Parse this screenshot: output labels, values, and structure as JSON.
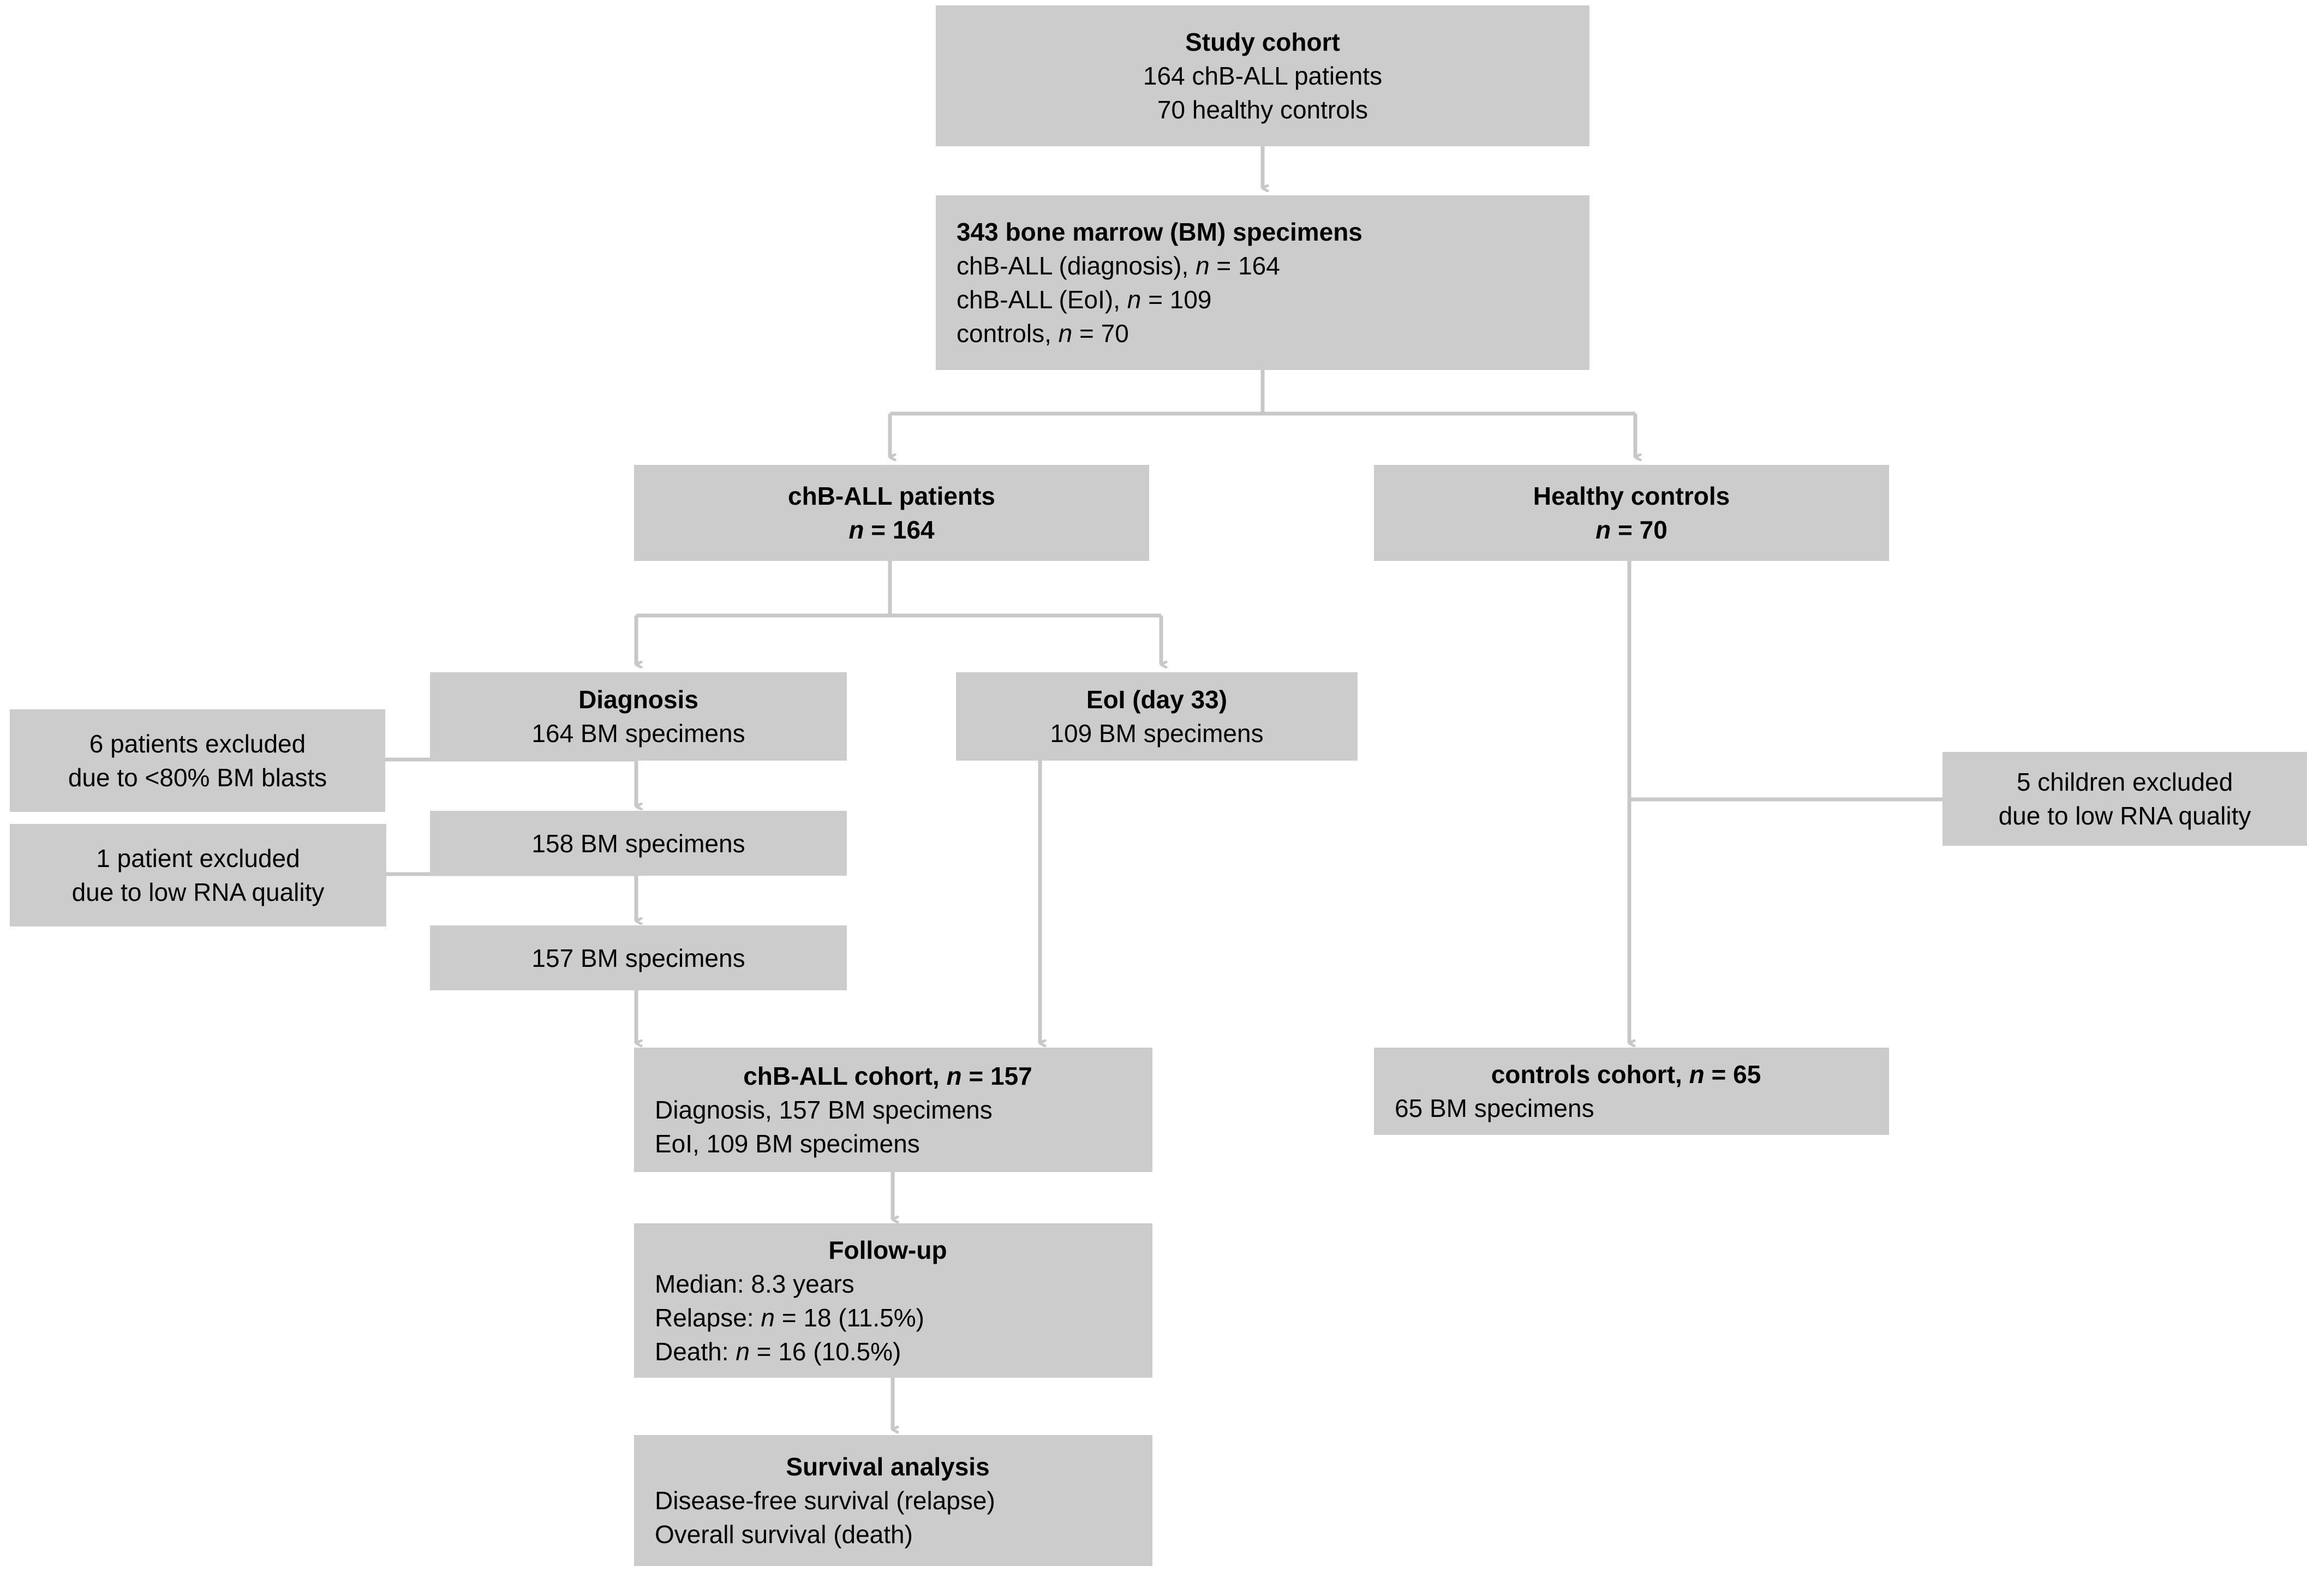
{
  "diagram": {
    "type": "flowchart",
    "title": "Study cohort flow diagram",
    "box_fill": "#cccccc",
    "connector_color": "#c8c8c8",
    "text_color": "#000000"
  },
  "nodes": {
    "study_cohort": {
      "name": "study-cohort",
      "lines": [
        {
          "text": "Study cohort",
          "bold": true
        },
        {
          "text": "164 chB-ALL patients",
          "bold": false
        },
        {
          "text": "70 healthy controls",
          "bold": false
        }
      ]
    },
    "bm_specimens": {
      "name": "bm-specimens",
      "lines": [
        {
          "text": "343 bone marrow (BM) specimens",
          "bold": true
        },
        {
          "text": "chB-ALL (diagnosis), n = 164",
          "bold": false
        },
        {
          "text": "chB-ALL (EoI), n = 109",
          "bold": false
        },
        {
          "text": "controls, n = 70",
          "bold": false
        }
      ],
      "line1_pre": "chB-ALL (diagnosis), ",
      "line1_n": "n",
      "line1_post": " = 164",
      "line2_pre": "chB-ALL (EoI), ",
      "line2_n": "n",
      "line2_post": " = 109",
      "line3_pre": "controls, ",
      "line3_n": "n",
      "line3_post": " = 70"
    },
    "chball_patients": {
      "name": "chb-all-patients",
      "title": "chB-ALL patients",
      "n_label": "n",
      "n_value": " = 164"
    },
    "healthy_controls": {
      "name": "healthy-controls",
      "title": "Healthy controls",
      "n_label": "n",
      "n_value": " = 70"
    },
    "diagnosis": {
      "name": "diagnosis",
      "title": "Diagnosis",
      "subtitle": "164 BM specimens"
    },
    "eoi": {
      "name": "eoi-day-33",
      "title": "EoI (day 33)",
      "subtitle": "109 BM specimens"
    },
    "excluded_blasts": {
      "name": "excluded-low-blasts",
      "line1": "6 patients excluded",
      "line2": "due to <80% BM blasts"
    },
    "excluded_rna_patient": {
      "name": "excluded-low-rna-patient",
      "line1": "1 patient excluded",
      "line2": "due to low RNA quality"
    },
    "excluded_rna_children": {
      "name": "excluded-low-rna-children",
      "line1": "5 children excluded",
      "line2": "due to low RNA quality"
    },
    "spec_158": {
      "name": "specimens-158",
      "text": "158 BM specimens"
    },
    "spec_157": {
      "name": "specimens-157",
      "text": "157 BM specimens"
    },
    "chball_cohort": {
      "name": "chb-all-cohort",
      "title_pre": "chB-ALL cohort, ",
      "title_n": "n",
      "title_post": " = 157",
      "line2": "Diagnosis, 157 BM specimens",
      "line3": "EoI, 109 BM specimens"
    },
    "controls_cohort": {
      "name": "controls-cohort",
      "title_pre": "controls cohort, ",
      "title_n": "n",
      "title_post": " = 65",
      "line2": "65 BM specimens"
    },
    "follow_up": {
      "name": "follow-up",
      "title": "Follow-up",
      "line2": "Median: 8.3 years",
      "line3_pre": "Relapse: ",
      "line3_n": "n",
      "line3_post": " = 18 (11.5%)",
      "line4_pre": "Death: ",
      "line4_n": "n",
      "line4_post": " = 16 (10.5%)"
    },
    "survival": {
      "name": "survival-analysis",
      "title": "Survival analysis",
      "line2": "Disease-free survival (relapse)",
      "line3": "Overall survival (death)"
    }
  }
}
